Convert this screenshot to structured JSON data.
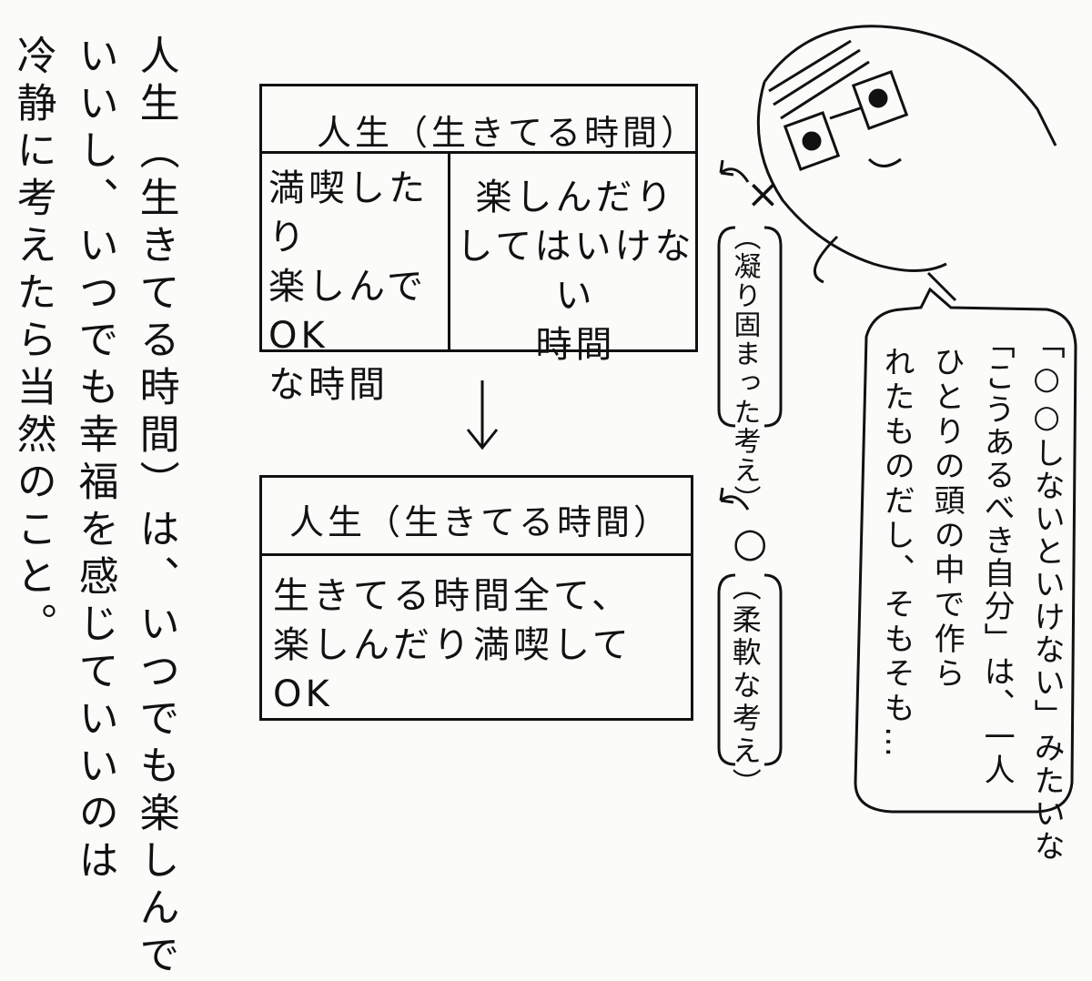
{
  "left_text": {
    "col1": "人生（生きてる時間）は、いつでも楽しんで",
    "col2": "いいし、いつでも幸福を感じていいのは",
    "col3": "冷静に考えたら当然のこと。"
  },
  "top_box": {
    "title": "人生（生きてる時間）",
    "left_cell": [
      "満喫したり",
      "楽しんでOK",
      "な時間"
    ],
    "right_cell": [
      "楽しんだり",
      "してはいけない",
      "時間"
    ]
  },
  "bottom_box": {
    "title": "人生（生きてる時間）",
    "body": [
      "生きてる時間全て、",
      "楽しんだり満喫してOK"
    ]
  },
  "top_annotation": {
    "mark": "×",
    "label": "（凝り固まった考え）"
  },
  "bottom_annotation": {
    "mark": "○",
    "label": "（柔軟な考え）"
  },
  "speech_bubble": {
    "col1": "「○○しないといけない」みたいな",
    "col2": "「こうあるべき自分」は、一人",
    "col3": "ひとりの頭の中で作ら",
    "col4": "れたものだし、そもそも…"
  }
}
